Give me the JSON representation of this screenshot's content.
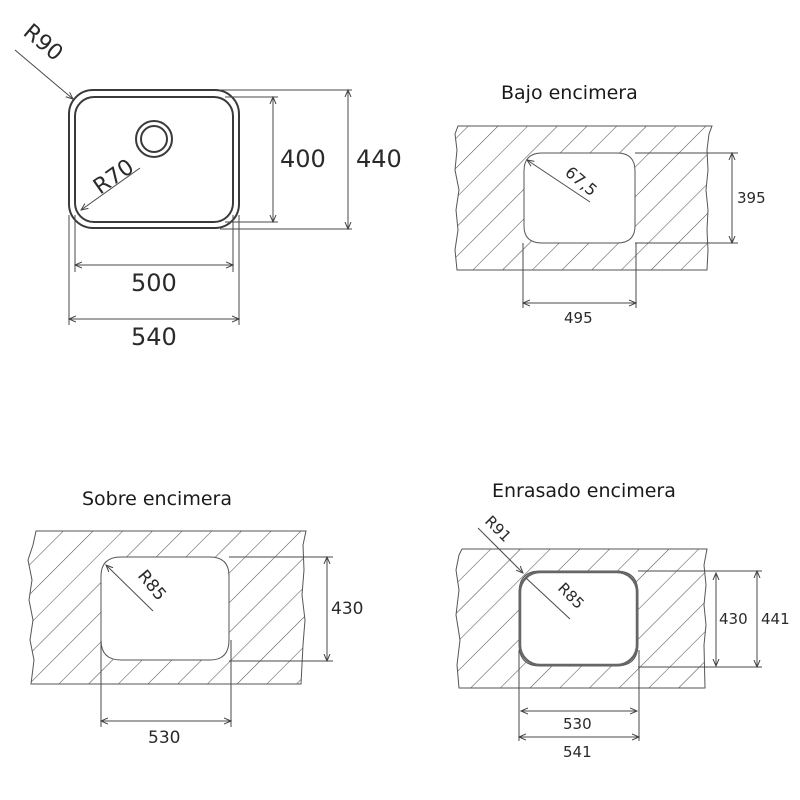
{
  "top_view": {
    "outer_radius_label": "R90",
    "inner_radius_label": "R70",
    "inner_height_label": "400",
    "outer_height_label": "440",
    "inner_width_label": "500",
    "outer_width_label": "540"
  },
  "bajo_encimera": {
    "title": "Bajo encimera",
    "radius_label": "67,5",
    "height_label": "395",
    "width_label": "495"
  },
  "sobre_encimera": {
    "title": "Sobre encimera",
    "radius_label": "R85",
    "height_label": "430",
    "width_label": "530"
  },
  "enrasado_encimera": {
    "title": "Enrasado encimera",
    "outer_radius_label": "R91",
    "inner_radius_label": "R85",
    "inner_height_label": "430",
    "outer_height_label": "441",
    "inner_width_label": "530",
    "outer_width_label": "541"
  },
  "colors": {
    "line": "#4a4a4a",
    "text": "#2a2a2a",
    "background": "#ffffff"
  }
}
